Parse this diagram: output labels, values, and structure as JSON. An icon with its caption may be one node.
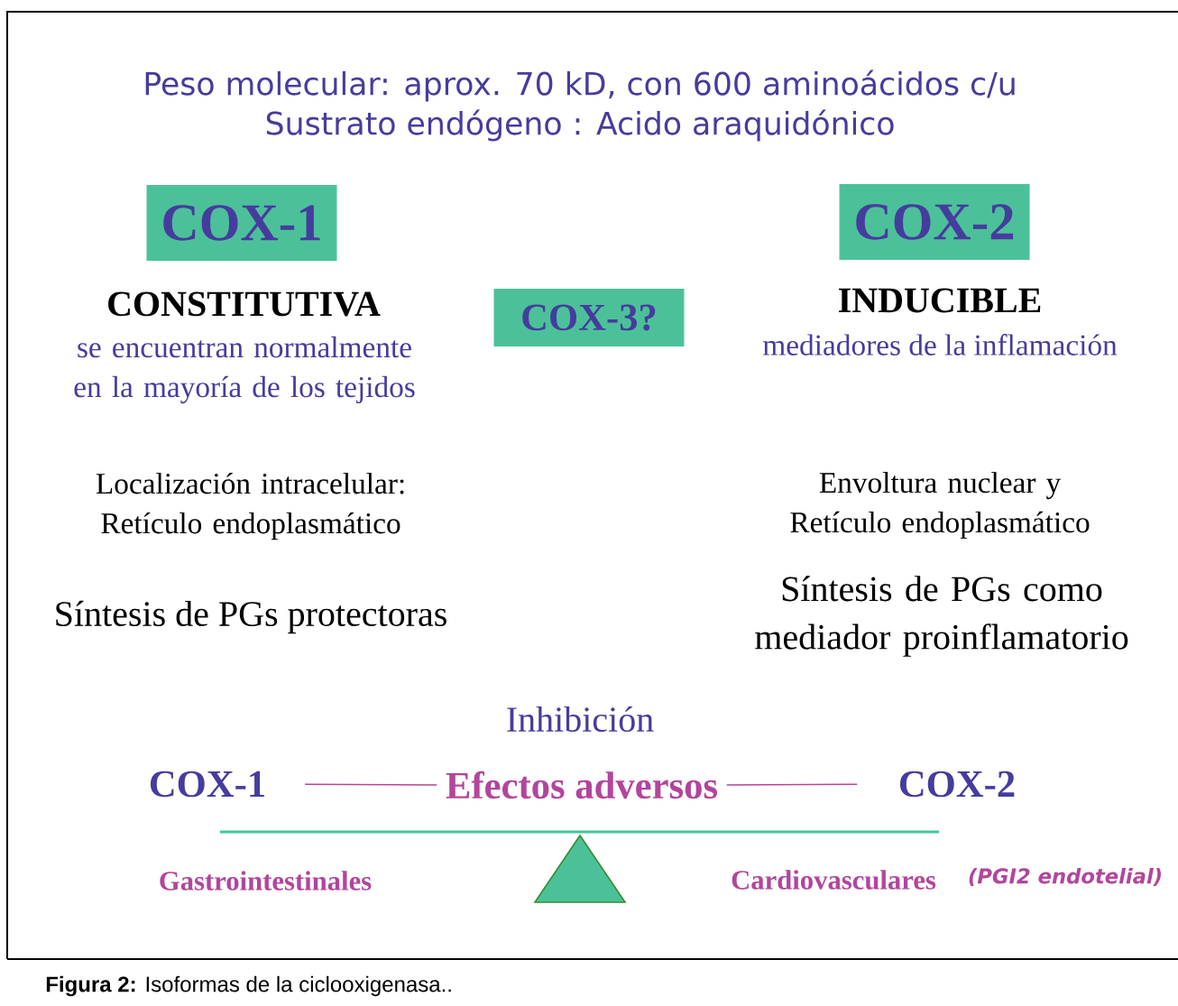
{
  "diagram": {
    "caption": "**Figura 2:** Isoformas de la ciclooxigenasa..",
    "nodes": [
      {
        "text": [
          "COX-1"
        ]
      },
      {
        "text": [
          "COX-3?"
        ]
      },
      {
        "text": [
          "COX-2"
        ]
      },
      {
        "text": [
          "COX-1"
        ]
      },
      {
        "text": [
          "Efectos adversos"
        ]
      },
      {
        "text": [
          "COX-2"
        ]
      }
    ],
    "edges": [
      {
        "from": 3,
        "to": 4,
        "arrow": "none"
      },
      {
        "from": 4,
        "to": 5,
        "arrow": "none"
      }
    ],
    "labels": [
      "Peso molecular: aprox. 70 kD, con 600 aminoácidos c/u",
      "Sustrato endógeno : Acido araquidónico",
      "CONSTITUTIVA",
      "INDUCIBLE",
      "se encuentran normalmente en la mayoría de los tejidos",
      "mediadores de la inflamación",
      "Localización intracelular: Retículo endoplasmático",
      "Envoltura nuclear y Retículo endoplasmático",
      "Síntesis de PGs protectoras",
      "Síntesis de PGs como mediador proinflamatorio",
      "Inhibición",
      "Gastrointestinales",
      "Cardiovasculares",
      "(PGI2 endotelial)"
    ]
  }
}
